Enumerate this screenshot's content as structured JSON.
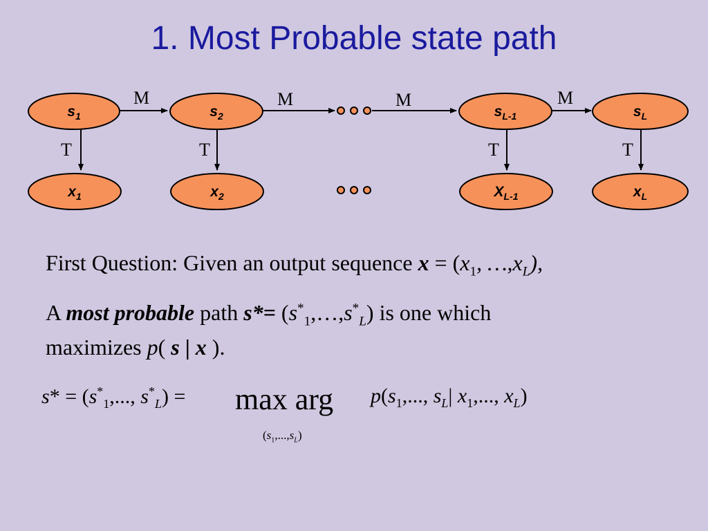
{
  "slide": {
    "title": "1. Most Probable state path"
  },
  "diagram": {
    "state_nodes": [
      {
        "id": "s1",
        "base": "s",
        "sub": "1"
      },
      {
        "id": "s2",
        "base": "s",
        "sub": "2"
      },
      {
        "id": "sL-1",
        "base": "s",
        "sub": "L-1"
      },
      {
        "id": "sL",
        "base": "s",
        "sub": "L"
      }
    ],
    "output_nodes": [
      {
        "id": "x1",
        "base": "x",
        "sub": "1"
      },
      {
        "id": "x2",
        "base": "x",
        "sub": "2"
      },
      {
        "id": "xL-1",
        "base": "X",
        "sub": "L-1"
      },
      {
        "id": "xL",
        "base": "x",
        "sub": "L"
      }
    ],
    "transition_label": "M",
    "emission_label": "T",
    "node_fill": "#f7915a",
    "node_stroke": "#000000"
  },
  "text": {
    "q_prefix": "First Question: Given an output sequence ",
    "q_var": "x",
    "q_eq": " = (",
    "q_x": "x",
    "q_sub1": "1",
    "q_mid": ", …,",
    "q_x2": "x",
    "q_subL": "L",
    "q_end": "),",
    "a_prefix": "A ",
    "a_bold": "most probable",
    "a_path": " path ",
    "a_sstar": "s*=",
    "a_open": " (",
    "a_s1": "s",
    "a_sup1": "*",
    "a_sub1": "1",
    "a_dots": ",…,",
    "a_s2": "s",
    "a_sup2": "*",
    "a_subL": "L",
    "a_tail": ") is one which",
    "m_prefix": "maximizes ",
    "m_p": "p",
    "m_open": "( ",
    "m_s": "s",
    "m_bar": " | ",
    "m_x": "x",
    "m_close": " )."
  },
  "formula": {
    "lhs_sstar": "s",
    "lhs_star": "*",
    "lhs_eq": " = (",
    "lhs_s1": "s",
    "lhs_sup1": "*",
    "lhs_sub1": "1",
    "lhs_dots": ",..., ",
    "lhs_s2": "s",
    "lhs_sup2": "*",
    "lhs_subL": "L",
    "lhs_close": ") =",
    "op": "max arg",
    "rhs": "p(s₁,..., s_L| x₁,..., x_L)",
    "rhs_p": "p",
    "rhs_open": "(",
    "rhs_s": "s",
    "rhs_sub1": "1",
    "rhs_dots1": ",..., ",
    "rhs_s2": "s",
    "rhs_subL": "L",
    "rhs_bar": "| ",
    "rhs_x": "x",
    "rhs_sub1b": "1",
    "rhs_dots2": ",..., ",
    "rhs_x2": "x",
    "rhs_subLb": "L",
    "rhs_close": ")",
    "under_open": "(",
    "under_s1": "s",
    "under_sub1": "1",
    "under_dots": ",...,",
    "under_s2": "s",
    "under_subL": "L",
    "under_close": ")"
  }
}
